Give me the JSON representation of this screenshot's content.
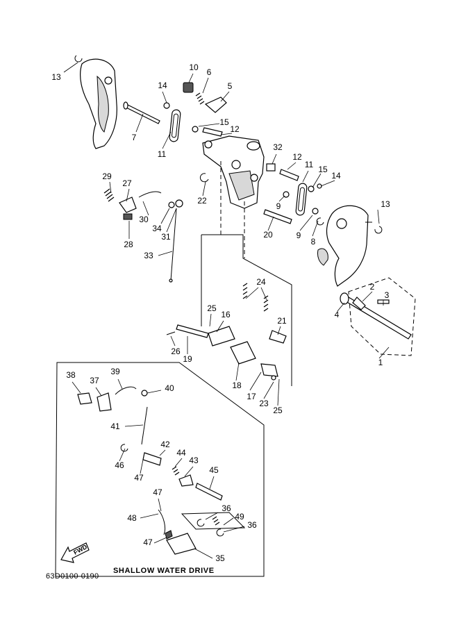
{
  "diagram": {
    "part_labels": [
      "1",
      "2",
      "3",
      "4",
      "5",
      "6",
      "7",
      "8",
      "9",
      "9",
      "10",
      "11",
      "11",
      "12",
      "12",
      "13",
      "13",
      "14",
      "14",
      "15",
      "15",
      "16",
      "17",
      "18",
      "19",
      "20",
      "21",
      "22",
      "23",
      "24",
      "25",
      "25",
      "26",
      "27",
      "28",
      "29",
      "30",
      "31",
      "32",
      "33",
      "34",
      "35",
      "36",
      "36",
      "37",
      "38",
      "39",
      "40",
      "41",
      "42",
      "43",
      "44",
      "45",
      "46",
      "47",
      "47",
      "47",
      "48",
      "49"
    ],
    "inset_title": "SHALLOW WATER DRIVE",
    "fwd_label": "FWD",
    "drawing_code": "63D0100-0190"
  }
}
